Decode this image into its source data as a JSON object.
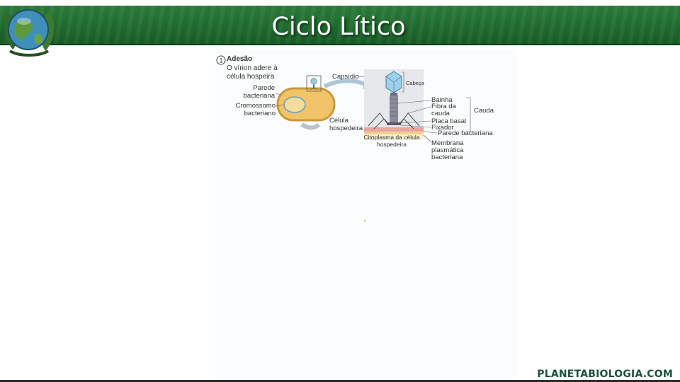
{
  "header": {
    "title": "Ciclo Lítico",
    "accent_color": "#1f6a2e",
    "logo_icon": "globe-leaves-icon"
  },
  "diagram": {
    "step_number": "1",
    "step_title": "Adesão",
    "step_desc_line1": "O vírion adere à",
    "step_desc_line2": "célula hospeira",
    "label_parede_1": "Parede",
    "label_parede_2": "bacteriana",
    "label_cromossomo_1": "Cromossomo",
    "label_cromossomo_2": "bacteriano",
    "label_celula_1": "Célula",
    "label_celula_2": "hospedeira",
    "label_capsideo": "Capsídio",
    "label_cabeca": "Cabeça",
    "label_bainha": "Bainha",
    "label_fibra_1": "Fibra da",
    "label_fibra_2": "cauda",
    "label_placa": "Placa basal",
    "label_fixador": "Fixador",
    "label_cauda": "Cauda",
    "label_parede_bact": "Parede bacteriana",
    "label_citoplasma_1": "Citoplasma da célula",
    "label_citoplasma_2": "hospedeira",
    "label_membrana_1": "Membrana",
    "label_membrana_2": "plasmática",
    "label_membrana_3": "bacteriana"
  },
  "footer": {
    "brand": "PLANETABIOLOGIA.COM"
  }
}
